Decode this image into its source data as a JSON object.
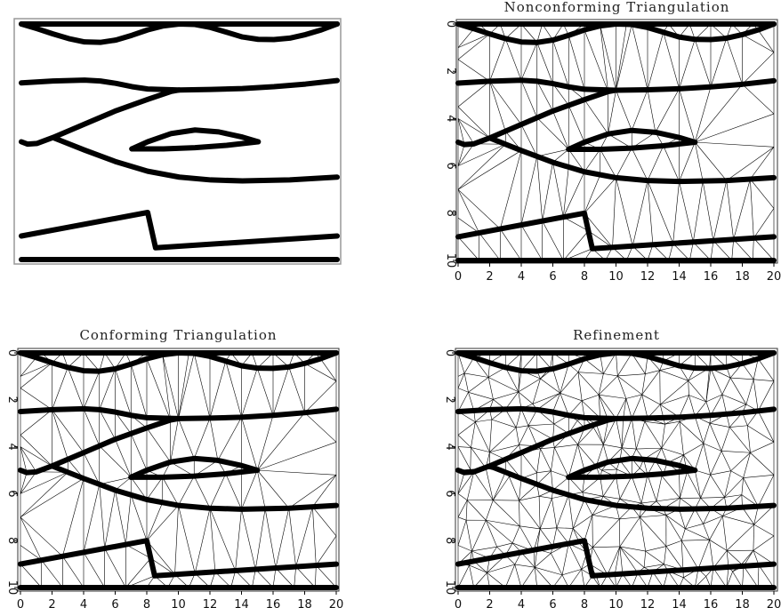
{
  "panels": [
    {
      "id": "model",
      "title": "",
      "axes": false,
      "mesh": "none"
    },
    {
      "id": "nonconforming",
      "title": "Nonconforming Triangulation",
      "axes": true,
      "mesh": "nonconforming"
    },
    {
      "id": "conforming",
      "title": "Conforming Triangulation",
      "axes": true,
      "mesh": "conforming"
    },
    {
      "id": "refinement",
      "title": "Refinement",
      "axes": true,
      "mesh": "refined"
    }
  ],
  "axes": {
    "x_ticks": [
      "0",
      "2",
      "4",
      "6",
      "8",
      "10",
      "12",
      "14",
      "16",
      "18",
      "20"
    ],
    "y_ticks": [
      "0",
      "2",
      "4",
      "6",
      "8",
      "10"
    ],
    "xlim": [
      0,
      20
    ],
    "ylim": [
      0,
      10
    ]
  },
  "curves": [
    {
      "name": "top-boundary",
      "points": [
        [
          0,
          0
        ],
        [
          20,
          0
        ]
      ]
    },
    {
      "name": "wavy-horizon",
      "points": [
        [
          0,
          0
        ],
        [
          1,
          0.2
        ],
        [
          2,
          0.42
        ],
        [
          3,
          0.62
        ],
        [
          4,
          0.76
        ],
        [
          5,
          0.78
        ],
        [
          6,
          0.68
        ],
        [
          7,
          0.48
        ],
        [
          8,
          0.25
        ],
        [
          9,
          0.08
        ],
        [
          10,
          0
        ],
        [
          11,
          0.02
        ],
        [
          12,
          0.15
        ],
        [
          13,
          0.35
        ],
        [
          14,
          0.55
        ],
        [
          15,
          0.65
        ],
        [
          16,
          0.66
        ],
        [
          17,
          0.6
        ],
        [
          18,
          0.45
        ],
        [
          19,
          0.25
        ],
        [
          20,
          0
        ]
      ]
    },
    {
      "name": "horizon-2",
      "points": [
        [
          0,
          2.5
        ],
        [
          2,
          2.42
        ],
        [
          4,
          2.38
        ],
        [
          5,
          2.42
        ],
        [
          6,
          2.52
        ],
        [
          7,
          2.66
        ],
        [
          8,
          2.76
        ],
        [
          10,
          2.8
        ],
        [
          12,
          2.78
        ],
        [
          14,
          2.74
        ],
        [
          16,
          2.66
        ],
        [
          18,
          2.55
        ],
        [
          20,
          2.4
        ]
      ]
    },
    {
      "name": "fault-1",
      "points": [
        [
          0,
          5
        ],
        [
          0.4,
          5.1
        ],
        [
          1,
          5.07
        ],
        [
          2,
          4.82
        ],
        [
          4,
          4.25
        ],
        [
          6,
          3.68
        ],
        [
          8,
          3.2
        ],
        [
          9.5,
          2.86
        ],
        [
          10,
          2.8
        ]
      ]
    },
    {
      "name": "horizon-3",
      "points": [
        [
          2,
          4.82
        ],
        [
          4,
          5.35
        ],
        [
          6,
          5.85
        ],
        [
          8,
          6.25
        ],
        [
          10,
          6.5
        ],
        [
          12,
          6.62
        ],
        [
          14,
          6.66
        ],
        [
          17,
          6.62
        ],
        [
          20,
          6.5
        ]
      ]
    },
    {
      "name": "lens-upper",
      "points": [
        [
          7,
          5.3
        ],
        [
          8,
          5.0
        ],
        [
          9.5,
          4.65
        ],
        [
          11,
          4.5
        ],
        [
          12.5,
          4.58
        ],
        [
          14,
          4.8
        ],
        [
          15,
          5.0
        ]
      ]
    },
    {
      "name": "lens-lower",
      "points": [
        [
          7,
          5.3
        ],
        [
          9,
          5.3
        ],
        [
          11,
          5.25
        ],
        [
          13,
          5.15
        ],
        [
          15,
          5.0
        ]
      ]
    },
    {
      "name": "fault-2",
      "points": [
        [
          0,
          9
        ],
        [
          8,
          8
        ],
        [
          8.5,
          9.5
        ],
        [
          20,
          9
        ]
      ]
    },
    {
      "name": "bottom-boundary",
      "points": [
        [
          0,
          10
        ],
        [
          20,
          10
        ]
      ]
    }
  ]
}
